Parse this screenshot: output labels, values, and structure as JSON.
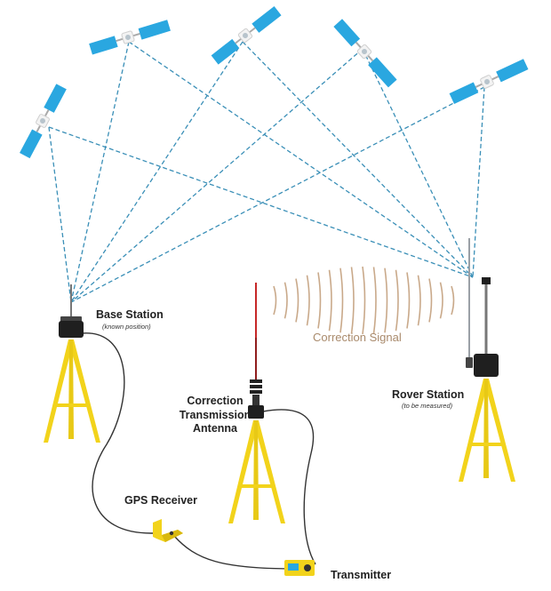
{
  "labels": {
    "base_station": "Base Station",
    "base_station_note": "(known position)",
    "correction_antenna_line1": "Correction",
    "correction_antenna_line2": "Transmission",
    "correction_antenna_line3": "Antenna",
    "rover_station": "Rover Station",
    "rover_station_note": "(to be measured)",
    "gps_receiver": "GPS Receiver",
    "transmitter": "Transmitter",
    "correction_signal": "Correction Signal"
  },
  "colors": {
    "signal_line": "#3a8fb7",
    "tripod": "#f2d31b",
    "solar_panel": "#2aa7e0",
    "cable": "#333333",
    "antenna": "#c62828",
    "wave": "#c9a98a"
  }
}
